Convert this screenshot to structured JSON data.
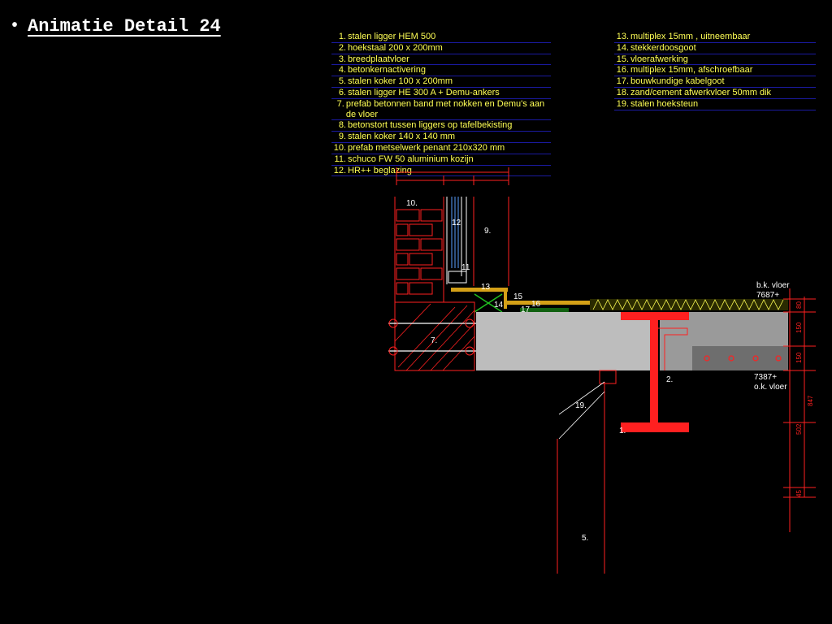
{
  "title": "Animatie Detail 24",
  "legend_left": [
    {
      "num": "1.",
      "text": "stalen ligger HEM 500"
    },
    {
      "num": "2.",
      "text": "hoekstaal 200 x 200mm"
    },
    {
      "num": "3.",
      "text": "breedplaatvloer"
    },
    {
      "num": "4.",
      "text": "betonkernactivering"
    },
    {
      "num": "5.",
      "text": "stalen koker 100 x 200mm"
    },
    {
      "num": "6.",
      "text": "stalen ligger HE 300 A + Demu-ankers"
    },
    {
      "num": "7.",
      "text": "prefab betonnen band met nokken en Demu's aan de vloer"
    },
    {
      "num": "8.",
      "text": "betonstort tussen liggers op tafelbekisting"
    },
    {
      "num": "9.",
      "text": "stalen koker 140 x 140 mm"
    },
    {
      "num": "10.",
      "text": "prefab metselwerk penant 210x320 mm"
    },
    {
      "num": "11.",
      "text": "schuco FW 50 aluminium kozijn"
    },
    {
      "num": "12.",
      "text": "HR++ beglazing"
    }
  ],
  "legend_right": [
    {
      "num": "13.",
      "text": "multiplex 15mm , uitneembaar"
    },
    {
      "num": "14.",
      "text": "stekkerdoosgoot"
    },
    {
      "num": "15.",
      "text": "vloerafwerking"
    },
    {
      "num": "16.",
      "text": "multiplex 15mm, afschroefbaar"
    },
    {
      "num": "17.",
      "text": "bouwkundige kabelgoot"
    },
    {
      "num": "18.",
      "text": "zand/cement afwerkvloer 50mm dik"
    },
    {
      "num": "19.",
      "text": "stalen hoeksteun"
    }
  ],
  "drawing": {
    "labels": {
      "l10": "10.",
      "l9": "9.",
      "l12": "12",
      "l11": "11",
      "l13": "13",
      "l15": "15",
      "l14": "14",
      "l16": "16",
      "l17": "17",
      "l7": "7.",
      "l2": "2.",
      "l19": "19.",
      "l1": "1.",
      "l5": "5."
    },
    "level_top_name": "b.k. vloer",
    "level_top_value": "7687+",
    "level_bottom_value": "7387+",
    "level_bottom_name": "o.k. vloer",
    "dims_right": [
      "80",
      "150",
      "150",
      "847",
      "502",
      "45"
    ],
    "colors": {
      "steel": "#ff2020",
      "timber": "#d4a017",
      "concrete": "#bdbdbd",
      "legend_text": "#ffff55",
      "dim": "#ff2020"
    }
  }
}
